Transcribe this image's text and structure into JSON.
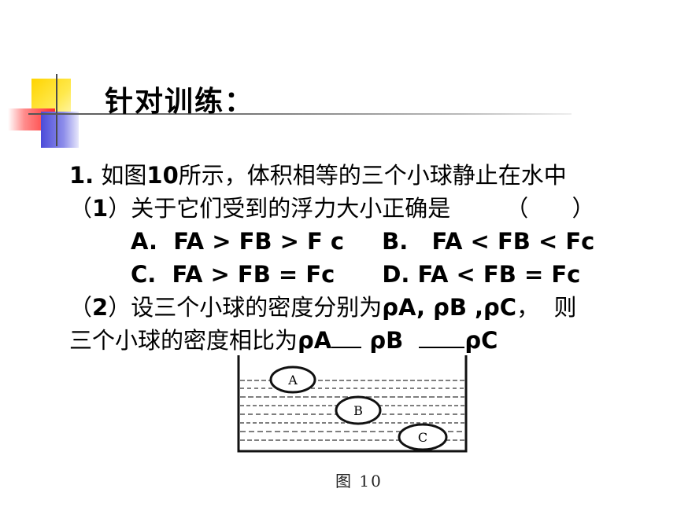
{
  "title": "针对训练：",
  "question": {
    "line1_num": "1.",
    "line1_a": " 如图",
    "line1_b": "10",
    "line1_c": "所示，体积相等的三个小球静止在水中",
    "line2_a": "（",
    "line2_b": "1",
    "line2_c": "）关于它们受到的浮力大小正确是",
    "line2_paren": "（      ）",
    "optA": "A.  FA > FB > F c",
    "optB": "B.   FA < FB < Fc",
    "optC": "C.  FA > FB = Fc",
    "optD": "D. FA < FB = Fc",
    "line5_a": "（",
    "line5_b": "2",
    "line5_c": "）设三个小球的密度分别为",
    "line5_d": "ρA, ρB ,ρC",
    "line5_e": "，  则",
    "line6_a": "三个小球的密度相比为",
    "line6_b": "ρA",
    "line6_c": " ρB  ",
    "line6_d": "ρC"
  },
  "figure": {
    "ball_labels": [
      "A",
      "B",
      "C"
    ],
    "caption": "图 10"
  }
}
